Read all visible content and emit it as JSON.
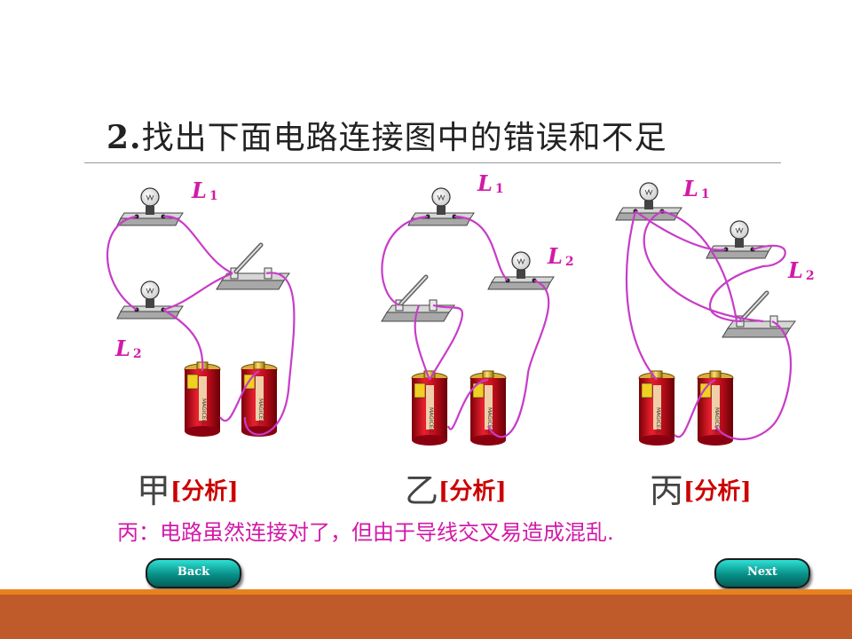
{
  "title": {
    "number": "2.",
    "text": "找出下面电路连接图中的错误和不足"
  },
  "circuits": [
    {
      "l1": "L",
      "l1_sub": "1",
      "l2": "L",
      "l2_sub": "2",
      "caption": "甲",
      "analysis": "[分析]"
    },
    {
      "l1": "L",
      "l1_sub": "1",
      "l2": "L",
      "l2_sub": "2",
      "caption": "乙",
      "analysis": "[分析]"
    },
    {
      "l1": "L",
      "l1_sub": "1",
      "l2": "L",
      "l2_sub": "2",
      "caption": "丙",
      "analysis": "[分析]"
    }
  ],
  "battery_brand": "MAGICELL",
  "note": "丙：电路虽然连接对了，但由于导线交叉易造成混乱.",
  "nav": {
    "back": "Back",
    "next": "Next"
  },
  "colors": {
    "wire": "#c83cc8",
    "label": "#d21aa8",
    "analysis": "#cc0000",
    "battery": "#c8101e",
    "footer_top": "#e8821e",
    "footer_bottom": "#bf5a2a"
  }
}
